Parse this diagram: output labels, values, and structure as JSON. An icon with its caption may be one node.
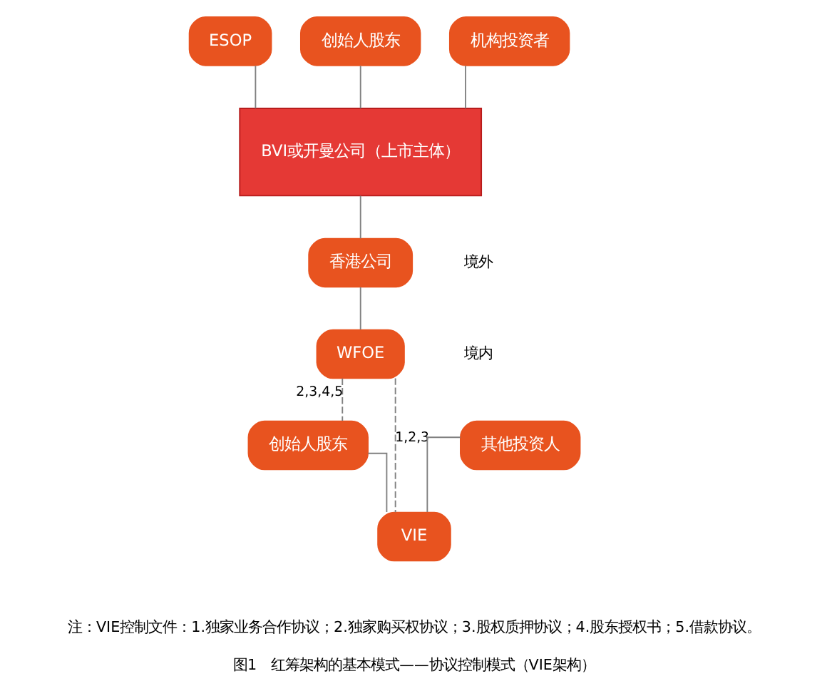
{
  "diagram": {
    "caption": "图1　红筹架构的基本模式——协议控制模式（VIE架构）",
    "nodes": [
      {
        "text": [
          "ESOP"
        ]
      },
      {
        "text": [
          "创始人股东"
        ]
      },
      {
        "text": [
          "机构投资者"
        ]
      },
      {
        "text": [
          "BVI或开曼公司（上市主体）"
        ]
      },
      {
        "text": [
          "香港公司"
        ]
      },
      {
        "text": [
          "WFOE"
        ]
      },
      {
        "text": [
          "创始人股东"
        ]
      },
      {
        "text": [
          "其他投资人"
        ]
      },
      {
        "text": [
          "VIE"
        ]
      }
    ],
    "edges": [
      {
        "from": 0,
        "to": 3,
        "arrow": "none"
      },
      {
        "from": 1,
        "to": 3,
        "arrow": "none"
      },
      {
        "from": 2,
        "to": 3,
        "arrow": "none"
      },
      {
        "from": 3,
        "to": 4,
        "arrow": "none"
      },
      {
        "from": 4,
        "to": 5,
        "arrow": "none"
      },
      {
        "from": 5,
        "to": 6,
        "arrow": "none",
        "style": "dashed",
        "label": "2,3,4,5"
      },
      {
        "from": 6,
        "to": 8,
        "arrow": "none"
      },
      {
        "from": 7,
        "to": 8,
        "arrow": "none"
      },
      {
        "from": 5,
        "to": 8,
        "arrow": "none",
        "style": "dashed",
        "label": "1,2,3"
      }
    ],
    "labels": [
      "境外",
      "境内",
      "注：VIE控制文件：1.独家业务合作协议；2.独家购买权协议；3.股权质押协议；4.股东授权书；5.借款协议。"
    ]
  }
}
